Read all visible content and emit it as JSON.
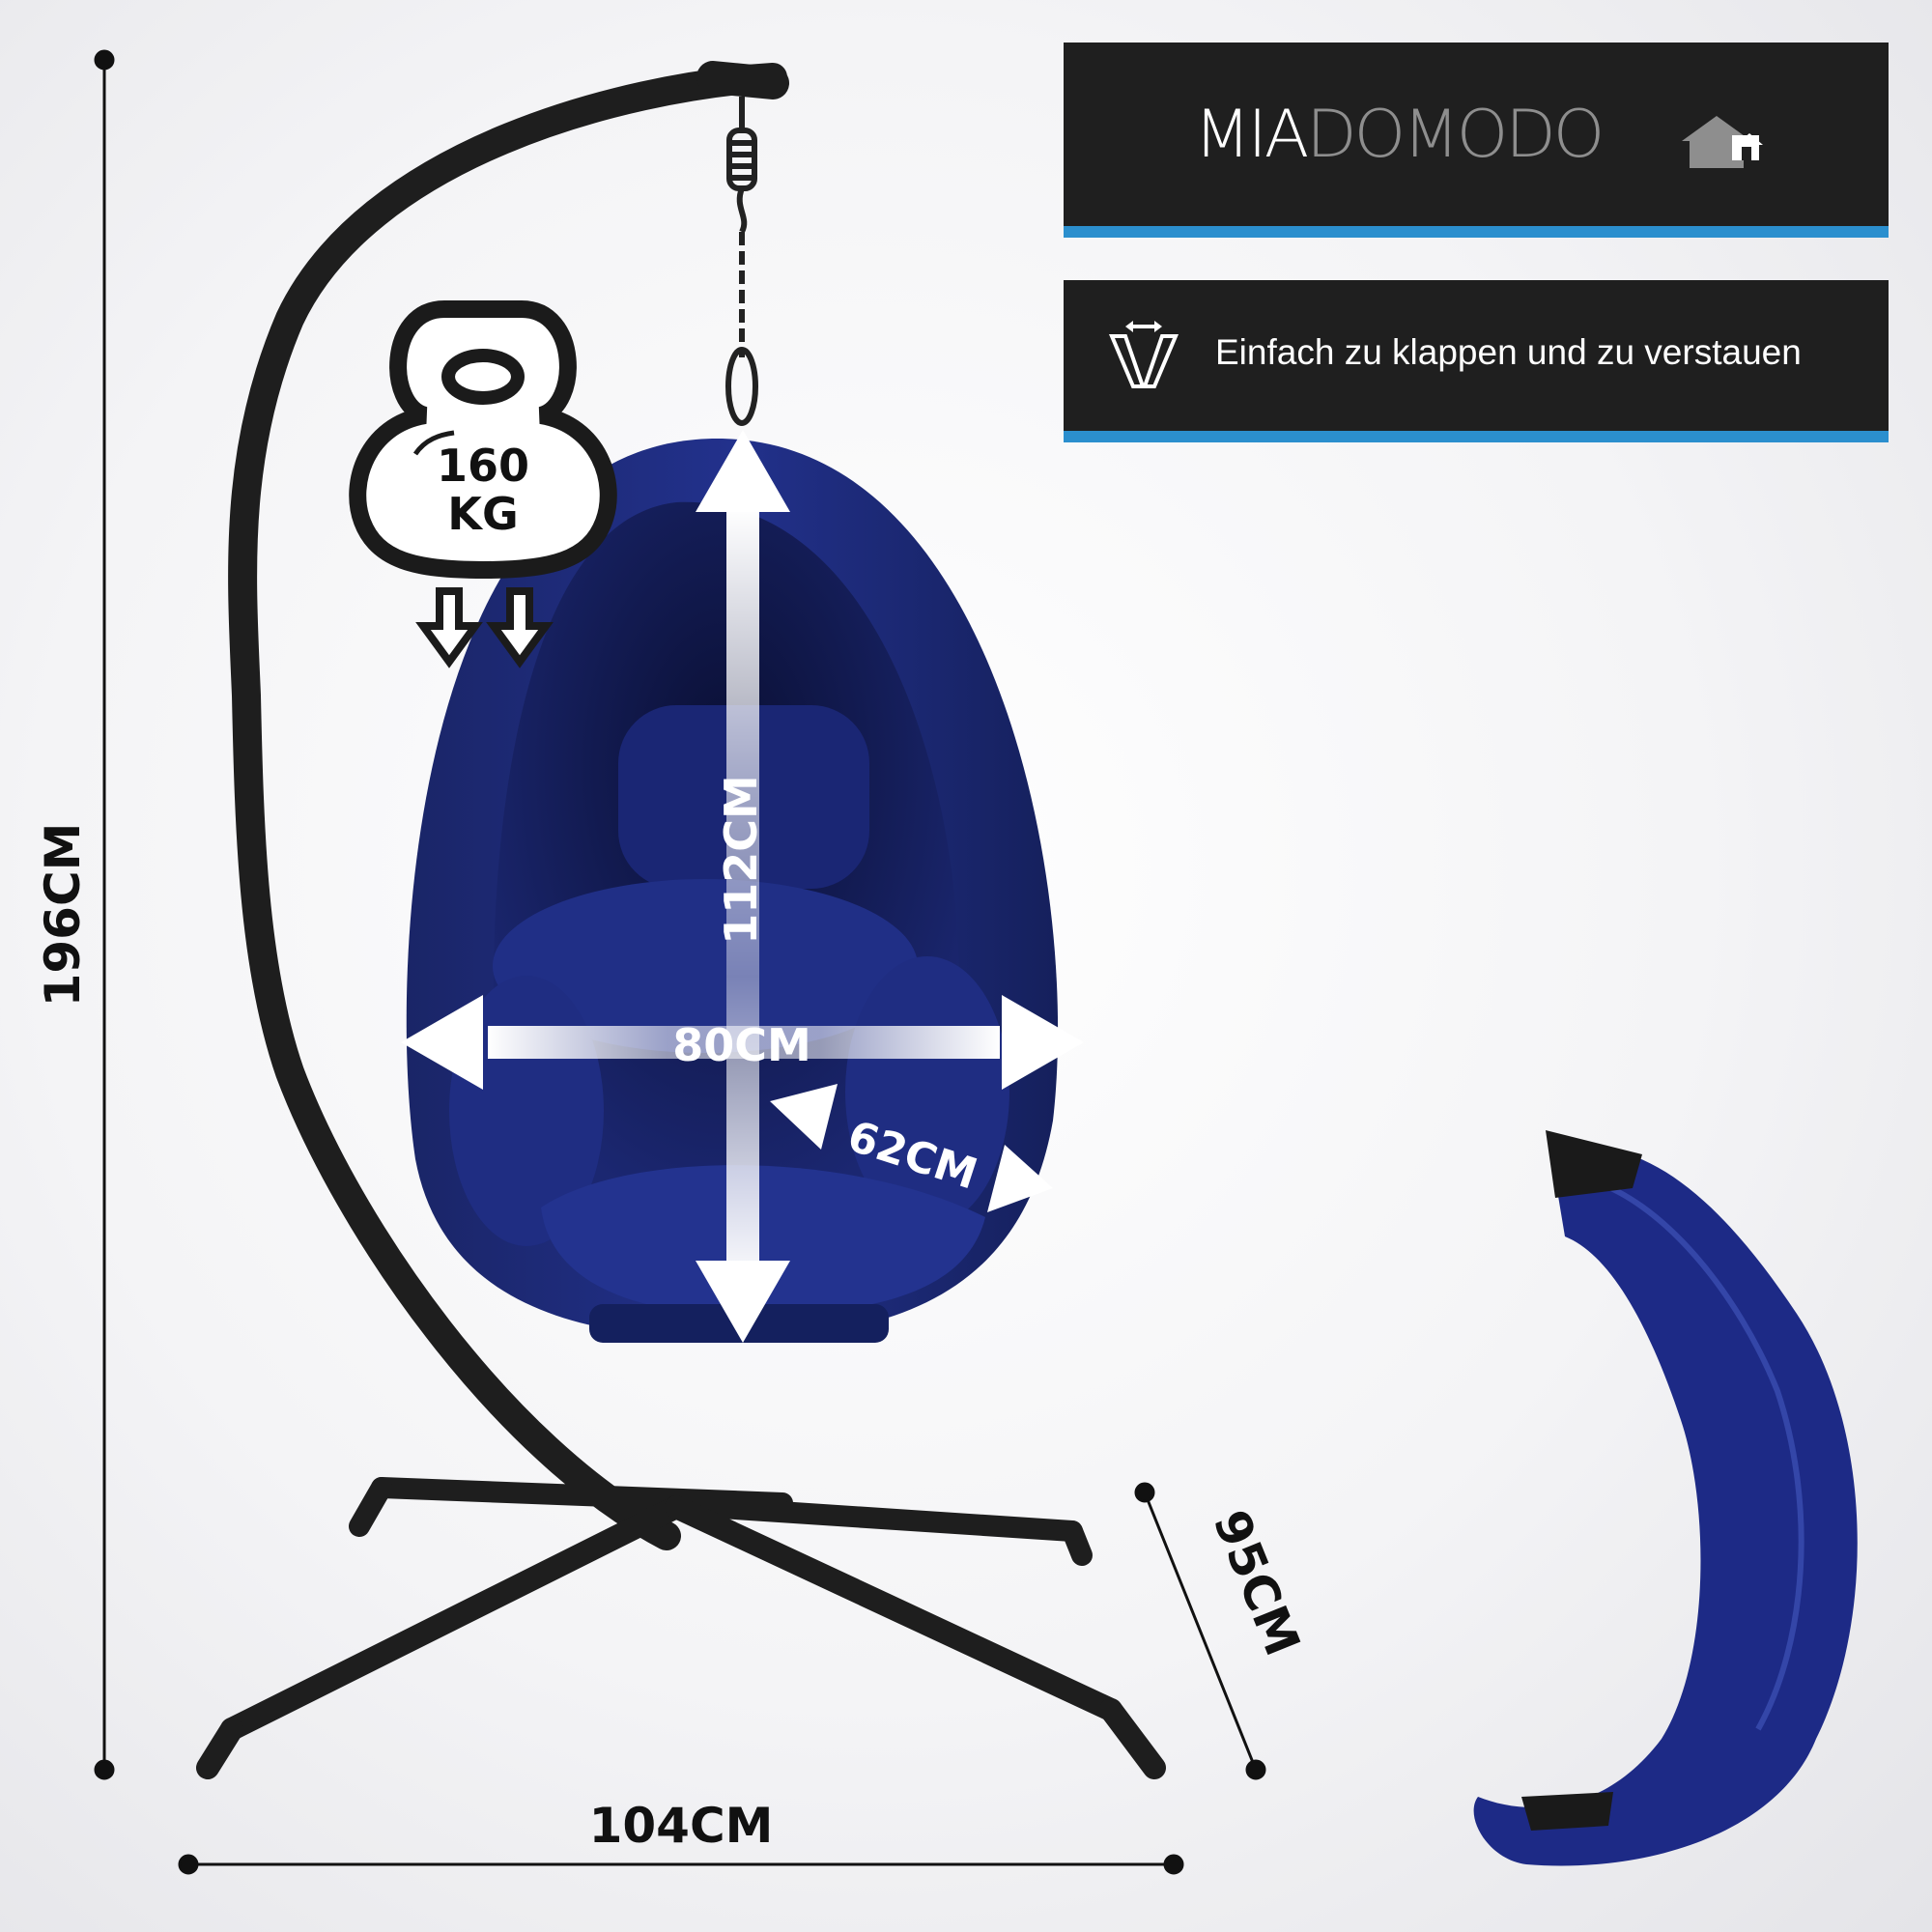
{
  "brand": {
    "name_part1": "MIA",
    "name_part2": "DOMODO",
    "icon": "house-icon"
  },
  "feature": {
    "icon": "fold-icon",
    "text": "Einfach zu klappen und zu verstauen"
  },
  "weight_badge": {
    "value": "160",
    "unit": "KG",
    "icon": "kettlebell-icon"
  },
  "dimensions": {
    "height_total": "196CM",
    "width_base": "104CM",
    "depth_base": "95CM",
    "seat_height": "112CM",
    "seat_width": "80CM",
    "seat_depth": "62CM"
  },
  "colors": {
    "brand_blue": "#2b8fce",
    "box_bg": "#1f1f1f",
    "fabric": "#1c2a78",
    "frame": "#1e1e1e"
  }
}
